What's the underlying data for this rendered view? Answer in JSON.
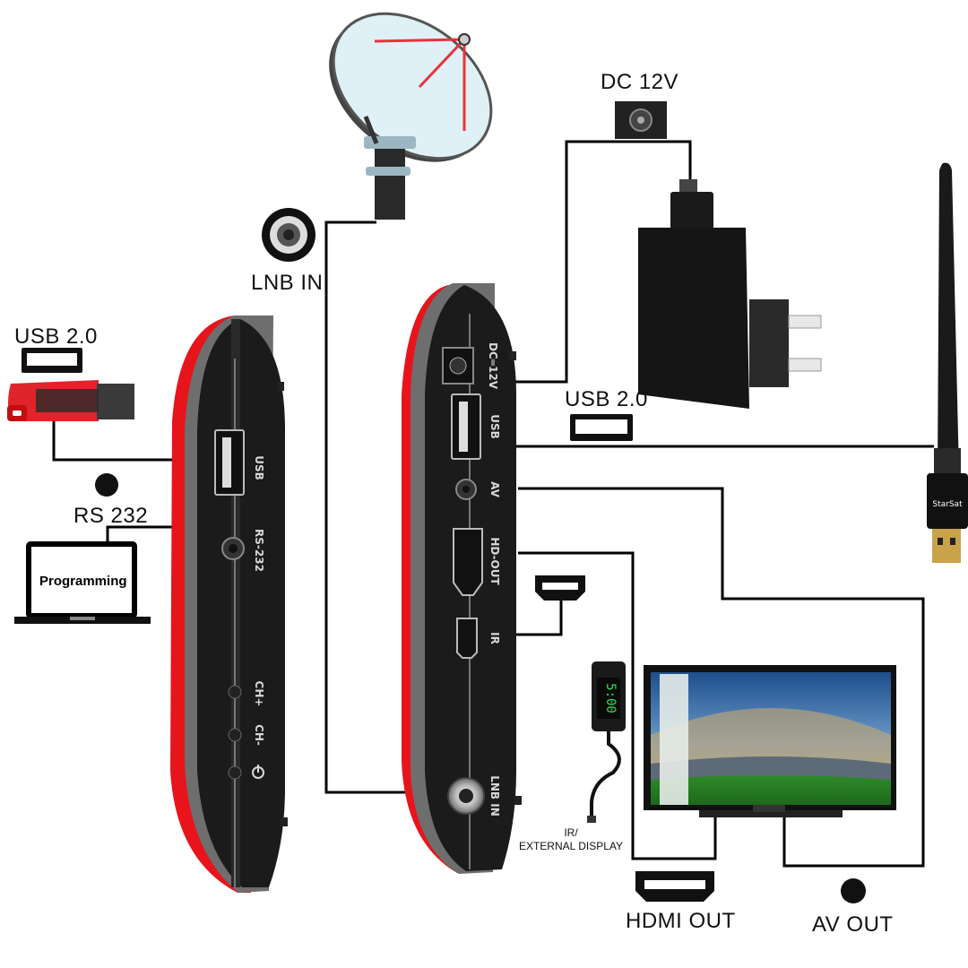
{
  "labels": {
    "dc_12v": "DC 12V",
    "lnb_in": "LNB IN",
    "usb_left": "USB 2.0",
    "usb_right": "USB 2.0",
    "rs232": "RS 232",
    "programming": "Programming",
    "ir_ext_line1": "IR/",
    "ir_ext_line2": "EXTERNAL DISPLAY",
    "hdmi_out": "HDMI OUT",
    "av_out": "AV OUT"
  },
  "left_receiver_ports": {
    "usb": "USB",
    "rs232": "RS-232",
    "ch_plus": "CH+",
    "ch_minus": "CH-"
  },
  "right_receiver_ports": {
    "dc": "DC═12V",
    "usb": "USB",
    "av": "AV",
    "hd_out": "HD-OUT",
    "ir": "IR",
    "lnb_in": "LNB IN"
  },
  "display_readout": "5:00",
  "wifi_brand": "StarSat",
  "colors": {
    "receiver_body": "#1b1b1b",
    "receiver_shell": "#7a7a7a",
    "receiver_accent": "#e8141c",
    "cable": "#000000",
    "dish_fill": "#dff0f6",
    "dish_feed": "#e8333a",
    "display_digits": "#2ee05a"
  }
}
